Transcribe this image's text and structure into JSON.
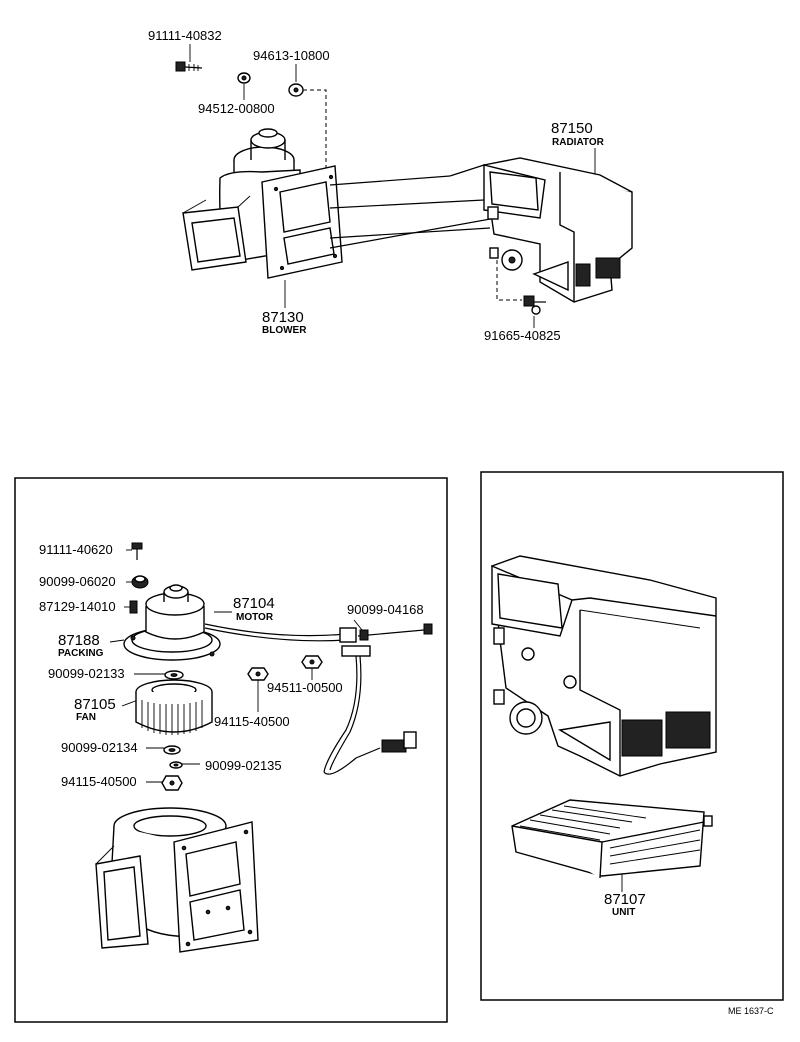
{
  "diagram": {
    "upper": {
      "bolt_top": "91111-40832",
      "washer_right": "94613-10800",
      "nut_left": "94512-00800",
      "radiator_no": "87150",
      "radiator_label": "RADIATOR",
      "blower_no": "87130",
      "blower_label": "BLOWER",
      "screw_bottom": "91665-40825"
    },
    "left_panel": {
      "screw": "91111-40620",
      "grommet": "90099-06020",
      "clip": "87129-14010",
      "motor_no": "87104",
      "motor_label": "MOTOR",
      "packing_no": "87188",
      "packing_label": "PACKING",
      "bolt_long": "90099-04168",
      "washer1": "90099-02133",
      "nut_small": "94511-00500",
      "fan_no": "87105",
      "fan_label": "FAN",
      "nut_mid": "94115-40500",
      "washer2": "90099-02134",
      "washer3": "90099-02135",
      "nut_bottom": "94115-40500"
    },
    "right_panel": {
      "unit_no": "87107",
      "unit_label": "UNIT"
    },
    "footer_code": "ME  1637-C"
  }
}
